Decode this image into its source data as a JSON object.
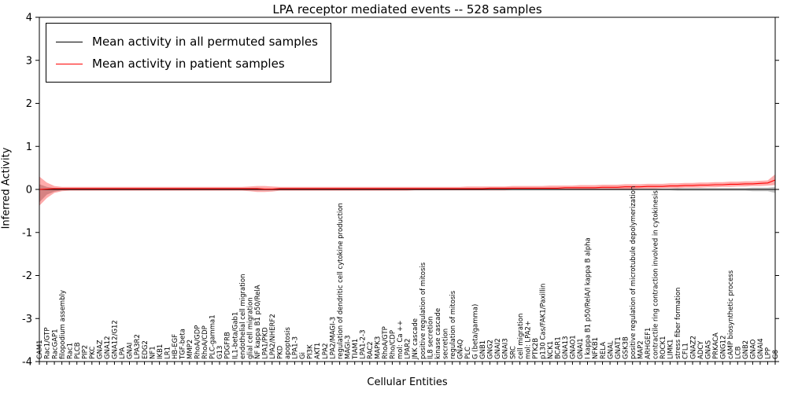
{
  "chart_data": {
    "type": "line",
    "title": "LPA receptor mediated events -- 528 samples",
    "xlabel": "Cellular Entities",
    "ylabel": "Inferred Activity",
    "ylim": [
      -4,
      4
    ],
    "yticks": [
      -4,
      -3,
      -2,
      -1,
      0,
      1,
      2,
      3,
      4
    ],
    "grid": false,
    "legend_position": "upper left",
    "categories": [
      "CAM1",
      "Rac1/GTP",
      "RacGAP1",
      "filopodium assembly",
      "Rac1",
      "PLCB",
      "PIP2",
      "PKC",
      "GNAZ",
      "GNA12",
      "GNA12/G12",
      "LPA",
      "GNAI",
      "LPA3R2",
      "EDG2",
      "NF1",
      "IKB1",
      "LR1",
      "HB-EGF",
      "TGF-beta",
      "MMP2",
      "RhoA/GDP",
      "RhoA/CDP",
      "PLC-gamma1",
      "G13",
      "PDGFRB",
      "IL1-beta/Gab1",
      "endothelial cell migration",
      "glial cell migration",
      "NF kappa B1 p50/RelA",
      "LPA1/PKD",
      "LPA2/NHERF2",
      "PKD",
      "apoptosis",
      "LPA1-3",
      "Gi",
      "PI3K",
      "AKT1",
      "LPA2",
      "LPA2/MAGI-3",
      "regulation of dendritic cell cytokine production",
      "MAGI-3",
      "TIAM1",
      "LPA1-2-3",
      "RAC2",
      "MAPK3",
      "RhoA/GTP",
      "Rho/CDP",
      "mol: Ca ++",
      "LPAR2",
      "JNK cascade",
      "positive regulation of mitosis",
      "IL8 secretion",
      "kinase cascade",
      "secretion",
      "regulation of mitosis",
      "GNAQ",
      "PLC",
      "G (beta/gamma)",
      "GNB1",
      "GNG2",
      "GNAI2",
      "GNAI3",
      "SRC",
      "cell migration",
      "mol: LPA2+",
      "PTK2B",
      "p130 Cas/FAK1/Paxillin",
      "NCK1",
      "BCAR1",
      "GNA13",
      "GNAO1",
      "GNAI1",
      "I kappa B1 p50/RelA/I kappa B alpha",
      "NFKB1",
      "RELA",
      "GNAL",
      "GNAT1",
      "GSK3B",
      "positive regulation of microtubule depolymerization",
      "MAP2",
      "ARHGEF1",
      "contractile ring contraction involved in cytokinesis",
      "ROCK1",
      "LIMK1",
      "stress fiber formation",
      "CFL1",
      "GNAZ2",
      "ADCY",
      "GNAS",
      "PRKACA",
      "GNG12",
      "cAMP biosynthetic process",
      "LCB",
      "GNB2",
      "GNAO",
      "GNAI4",
      "LPP",
      "G8"
    ],
    "series": [
      {
        "name": "Mean activity in all permuted samples",
        "color": "#000000",
        "band_color": "rgba(120,120,120,0.45)",
        "values": [
          0.0,
          0.0,
          0.0,
          0.0,
          0.0,
          0.0,
          0.0,
          0.0,
          0.0,
          0.0,
          0.0,
          0.0,
          0.0,
          0.0,
          0.0,
          0.0,
          0.0,
          0.0,
          0.0,
          0.0,
          0.0,
          0.0,
          0.0,
          0.0,
          0.0,
          0.0,
          0.0,
          0.0,
          0.0,
          0.0,
          0.0,
          0.0,
          0.0,
          0.0,
          0.0,
          0.0,
          0.0,
          0.0,
          0.0,
          0.0,
          0.0,
          0.0,
          0.0,
          0.0,
          0.0,
          0.0,
          0.0,
          0.0,
          0.0,
          0.0,
          0.0,
          0.0,
          0.0,
          0.0,
          0.0,
          0.0,
          0.0,
          0.0,
          0.0,
          0.0,
          0.0,
          0.0,
          0.0,
          0.0,
          0.0,
          0.0,
          0.0,
          0.0,
          0.0,
          0.0,
          0.0,
          0.0,
          0.0,
          0.0,
          0.0,
          0.0,
          0.0,
          0.0,
          0.0,
          0.0,
          0.0,
          0.0,
          0.0,
          0.0,
          0.0,
          0.0,
          0.0,
          0.0,
          0.0,
          0.0,
          0.0,
          0.0,
          0.0,
          0.0,
          0.0,
          0.0,
          0.0,
          0.0,
          0.0
        ],
        "band_low": [
          -0.3,
          -0.12,
          -0.05,
          -0.02,
          -0.02,
          -0.02,
          -0.02,
          -0.02,
          -0.02,
          -0.02,
          -0.02,
          -0.02,
          -0.02,
          -0.02,
          -0.02,
          -0.02,
          -0.02,
          -0.02,
          -0.02,
          -0.02,
          -0.02,
          -0.02,
          -0.02,
          -0.02,
          -0.02,
          -0.02,
          -0.02,
          -0.02,
          -0.02,
          -0.02,
          -0.02,
          -0.02,
          -0.02,
          -0.02,
          -0.02,
          -0.02,
          -0.02,
          -0.02,
          -0.02,
          -0.02,
          -0.02,
          -0.02,
          -0.02,
          -0.02,
          -0.02,
          -0.02,
          -0.02,
          -0.02,
          -0.02,
          -0.02,
          -0.02,
          -0.02,
          -0.02,
          -0.02,
          -0.02,
          -0.02,
          -0.02,
          -0.02,
          -0.02,
          -0.02,
          -0.02,
          -0.02,
          -0.02,
          -0.02,
          -0.02,
          -0.02,
          -0.02,
          -0.02,
          -0.02,
          -0.02,
          -0.02,
          -0.02,
          -0.02,
          -0.02,
          -0.02,
          -0.02,
          -0.02,
          -0.02,
          -0.02,
          -0.02,
          -0.02,
          -0.02,
          -0.02,
          -0.02,
          -0.02,
          -0.03,
          -0.03,
          -0.03,
          -0.03,
          -0.03,
          -0.03,
          -0.03,
          -0.03,
          -0.03,
          -0.03,
          -0.04,
          -0.04,
          -0.04,
          -0.08
        ],
        "band_high": [
          0.12,
          0.06,
          0.03,
          0.02,
          0.02,
          0.02,
          0.02,
          0.02,
          0.02,
          0.02,
          0.02,
          0.02,
          0.02,
          0.02,
          0.02,
          0.02,
          0.02,
          0.02,
          0.02,
          0.02,
          0.02,
          0.02,
          0.02,
          0.02,
          0.02,
          0.02,
          0.02,
          0.02,
          0.02,
          0.02,
          0.02,
          0.02,
          0.02,
          0.02,
          0.02,
          0.02,
          0.02,
          0.02,
          0.02,
          0.02,
          0.02,
          0.02,
          0.02,
          0.02,
          0.02,
          0.02,
          0.02,
          0.02,
          0.02,
          0.02,
          0.02,
          0.02,
          0.02,
          0.02,
          0.02,
          0.02,
          0.02,
          0.02,
          0.02,
          0.02,
          0.02,
          0.02,
          0.02,
          0.02,
          0.02,
          0.02,
          0.02,
          0.02,
          0.02,
          0.02,
          0.02,
          0.02,
          0.02,
          0.02,
          0.02,
          0.02,
          0.02,
          0.02,
          0.02,
          0.02,
          0.02,
          0.02,
          0.02,
          0.02,
          0.02,
          0.03,
          0.03,
          0.03,
          0.03,
          0.03,
          0.03,
          0.03,
          0.03,
          0.03,
          0.03,
          0.04,
          0.04,
          0.04,
          0.06
        ]
      },
      {
        "name": "Mean activity in patient samples",
        "color": "#ff0000",
        "band_color": "rgba(255,0,0,0.33)",
        "values": [
          0.0,
          0.01,
          0.02,
          0.02,
          0.02,
          0.02,
          0.02,
          0.02,
          0.02,
          0.02,
          0.02,
          0.02,
          0.02,
          0.02,
          0.02,
          0.02,
          0.02,
          0.02,
          0.02,
          0.02,
          0.02,
          0.02,
          0.02,
          0.02,
          0.02,
          0.02,
          0.02,
          0.02,
          0.02,
          0.02,
          0.01,
          0.01,
          0.02,
          0.02,
          0.02,
          0.02,
          0.02,
          0.02,
          0.02,
          0.02,
          0.02,
          0.02,
          0.02,
          0.02,
          0.02,
          0.02,
          0.02,
          0.02,
          0.02,
          0.02,
          0.02,
          0.02,
          0.02,
          0.02,
          0.02,
          0.02,
          0.02,
          0.02,
          0.02,
          0.02,
          0.03,
          0.03,
          0.03,
          0.03,
          0.03,
          0.03,
          0.03,
          0.03,
          0.03,
          0.03,
          0.04,
          0.04,
          0.04,
          0.04,
          0.04,
          0.05,
          0.05,
          0.05,
          0.06,
          0.06,
          0.06,
          0.07,
          0.07,
          0.07,
          0.08,
          0.08,
          0.09,
          0.09,
          0.1,
          0.1,
          0.11,
          0.11,
          0.12,
          0.12,
          0.13,
          0.13,
          0.14,
          0.15,
          0.22
        ],
        "band_low": [
          -0.38,
          -0.2,
          -0.08,
          -0.04,
          -0.03,
          -0.03,
          -0.03,
          -0.03,
          -0.03,
          -0.03,
          -0.03,
          -0.03,
          -0.03,
          -0.03,
          -0.03,
          -0.03,
          -0.03,
          -0.03,
          -0.03,
          -0.03,
          -0.03,
          -0.03,
          -0.03,
          -0.03,
          -0.03,
          -0.03,
          -0.03,
          -0.03,
          -0.04,
          -0.06,
          -0.06,
          -0.05,
          -0.03,
          -0.03,
          -0.03,
          -0.03,
          -0.03,
          -0.03,
          -0.03,
          -0.03,
          -0.03,
          -0.03,
          -0.03,
          -0.03,
          -0.03,
          -0.03,
          -0.03,
          -0.03,
          -0.03,
          -0.03,
          -0.02,
          -0.02,
          -0.02,
          -0.02,
          -0.02,
          -0.02,
          -0.02,
          -0.02,
          -0.02,
          -0.02,
          -0.02,
          -0.02,
          -0.02,
          -0.01,
          -0.01,
          -0.01,
          -0.01,
          -0.01,
          -0.01,
          -0.01,
          0.0,
          0.0,
          0.0,
          0.0,
          0.0,
          0.0,
          0.01,
          0.01,
          0.01,
          0.01,
          0.02,
          0.02,
          0.02,
          0.03,
          0.03,
          0.03,
          0.04,
          0.04,
          0.04,
          0.05,
          0.05,
          0.06,
          0.06,
          0.07,
          0.07,
          0.08,
          0.08,
          0.09,
          0.1
        ],
        "band_high": [
          0.3,
          0.16,
          0.08,
          0.06,
          0.06,
          0.06,
          0.06,
          0.06,
          0.06,
          0.06,
          0.06,
          0.06,
          0.06,
          0.06,
          0.06,
          0.06,
          0.06,
          0.06,
          0.06,
          0.06,
          0.06,
          0.06,
          0.06,
          0.06,
          0.06,
          0.06,
          0.06,
          0.06,
          0.07,
          0.08,
          0.08,
          0.07,
          0.06,
          0.06,
          0.06,
          0.06,
          0.06,
          0.06,
          0.06,
          0.06,
          0.06,
          0.06,
          0.06,
          0.06,
          0.06,
          0.06,
          0.06,
          0.06,
          0.06,
          0.06,
          0.06,
          0.06,
          0.06,
          0.06,
          0.06,
          0.06,
          0.06,
          0.07,
          0.07,
          0.07,
          0.07,
          0.07,
          0.07,
          0.08,
          0.08,
          0.08,
          0.08,
          0.08,
          0.09,
          0.09,
          0.09,
          0.09,
          0.1,
          0.1,
          0.1,
          0.11,
          0.11,
          0.11,
          0.12,
          0.12,
          0.12,
          0.13,
          0.13,
          0.13,
          0.14,
          0.14,
          0.15,
          0.15,
          0.16,
          0.16,
          0.17,
          0.17,
          0.18,
          0.18,
          0.19,
          0.19,
          0.2,
          0.21,
          0.35
        ]
      }
    ]
  }
}
